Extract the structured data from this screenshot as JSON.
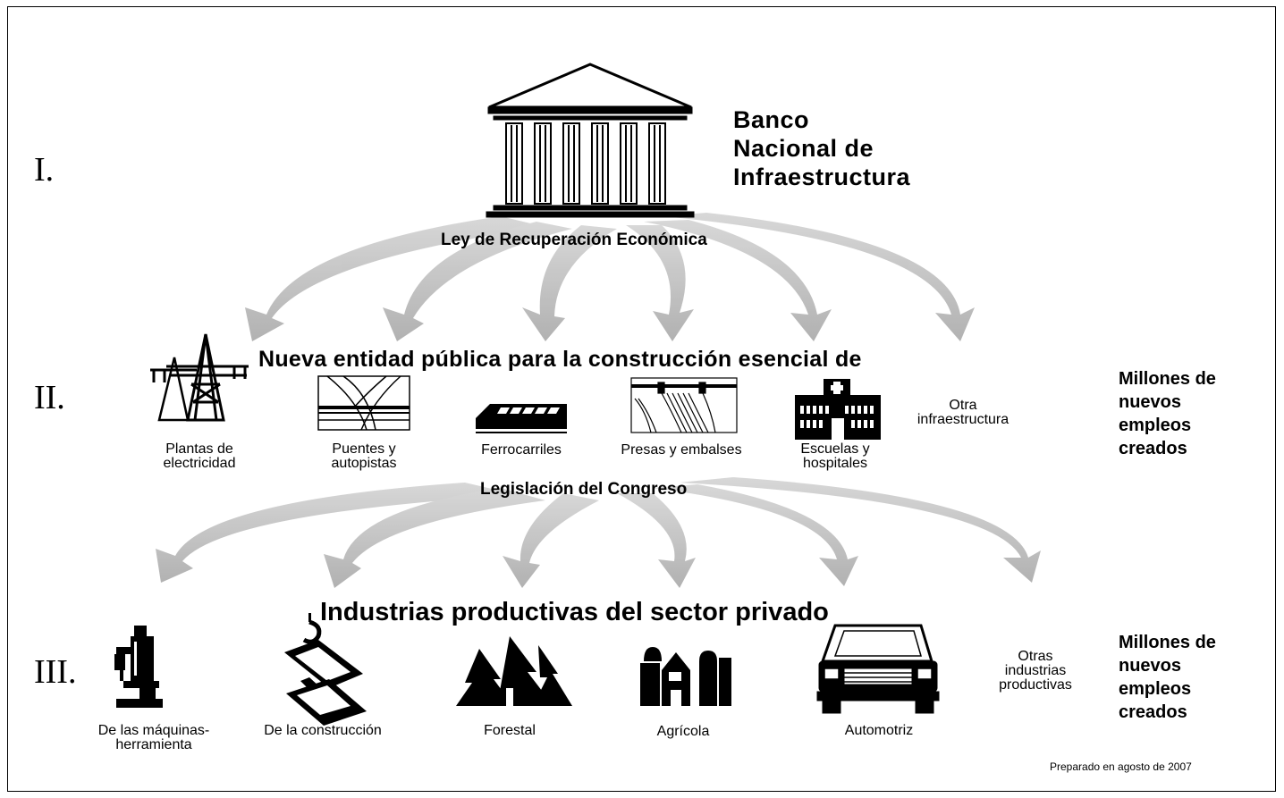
{
  "levels": [
    "I.",
    "II.",
    "III."
  ],
  "bank": {
    "title": "Banco\nNacional de\nInfraestructura"
  },
  "recovery_act": "Ley de Recuperación Económica",
  "level2": {
    "heading": "Nueva entidad pública para la construcción esencial de",
    "items": [
      {
        "label": "Plantas de\nelectricidad",
        "icon": "power-tower-icon"
      },
      {
        "label": "Puentes y\nautopistas",
        "icon": "highway-bridge-icon"
      },
      {
        "label": "Ferrocarriles",
        "icon": "train-icon"
      },
      {
        "label": "Presas y embalses",
        "icon": "dam-icon"
      },
      {
        "label": "Escuelas y\nhospitales",
        "icon": "hospital-icon"
      },
      {
        "label": "Otra\ninfraestructura",
        "icon": ""
      }
    ],
    "jobs": "Millones de\nnuevos\nempleos\ncreados"
  },
  "congress": "Legislación del Congreso",
  "level3": {
    "heading": "Industrias productivas del sector privado",
    "items": [
      {
        "label": "De las máquinas-\nherramienta",
        "icon": "machine-tool-icon"
      },
      {
        "label": "De la construcción",
        "icon": "crane-hook-beam-icon"
      },
      {
        "label": "Forestal",
        "icon": "pine-trees-icon"
      },
      {
        "label": "Agrícola",
        "icon": "barn-silo-icon"
      },
      {
        "label": "Automotriz",
        "icon": "car-icon"
      },
      {
        "label": "Otras\nindustrias\nproductivas",
        "icon": ""
      }
    ],
    "jobs": "Millones de\nnuevos\nempleos\ncreados"
  },
  "footer": "Preparado en agosto de 2007"
}
